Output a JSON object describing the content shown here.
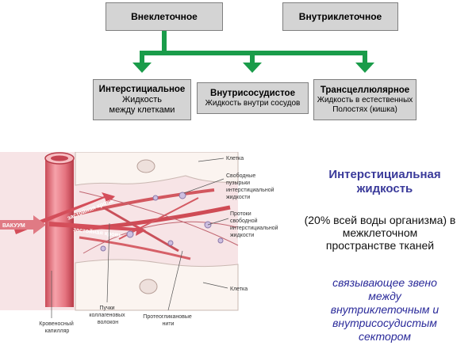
{
  "top_boxes": {
    "left": "Внеклеточное",
    "right": "Внутриклеточное"
  },
  "sub_boxes": [
    {
      "title": "Интерстициальное",
      "line1": "Жидкость",
      "line2": "между клетками"
    },
    {
      "title": "Внутрисосудистое",
      "line1": "Жидкость внутри сосудов"
    },
    {
      "title": "Трансцеллюлярное",
      "line1": "Жидкость в естественных",
      "line2": "Полостях (кишка)"
    }
  ],
  "figure": {
    "vacuum": "ВАКУУМ",
    "stagnant_top": "застойная кровь",
    "stagnant_bottom": "застойная кровь",
    "callouts": {
      "cell_top": "Клетка",
      "free_bubbles": [
        "Свободные",
        "пузырьки",
        "интерстициальной",
        "жидкости"
      ],
      "streams": [
        "Протоки",
        "свободной",
        "интерстициальной",
        "жидкости"
      ],
      "cell_bottom": "Клетка",
      "capillary": [
        "Кровеносный",
        "капилляр"
      ],
      "collagen": [
        "Пучки",
        "коллагеновых",
        "волокон"
      ],
      "proteoglycan": [
        "Протеогликановые",
        "нити"
      ]
    }
  },
  "right_text": {
    "heading_line1": "Интерстициальная",
    "heading_line2": "жидкость",
    "body_line1": "(20% всей воды организма) в",
    "body_line2": "межклеточном",
    "body_line3": "пространстве тканей",
    "link_line1": "связывающее звено",
    "link_line2": "между",
    "link_line3": "внутриклеточным и",
    "link_line4": "внутрисосудистым",
    "link_line5": "сектором"
  },
  "colors": {
    "box_fill": "#d4d4d4",
    "connector": "#1a9c4a",
    "heading": "#3a3a9a",
    "link_text": "#2a2a9a",
    "capillary": "#e06c78"
  }
}
